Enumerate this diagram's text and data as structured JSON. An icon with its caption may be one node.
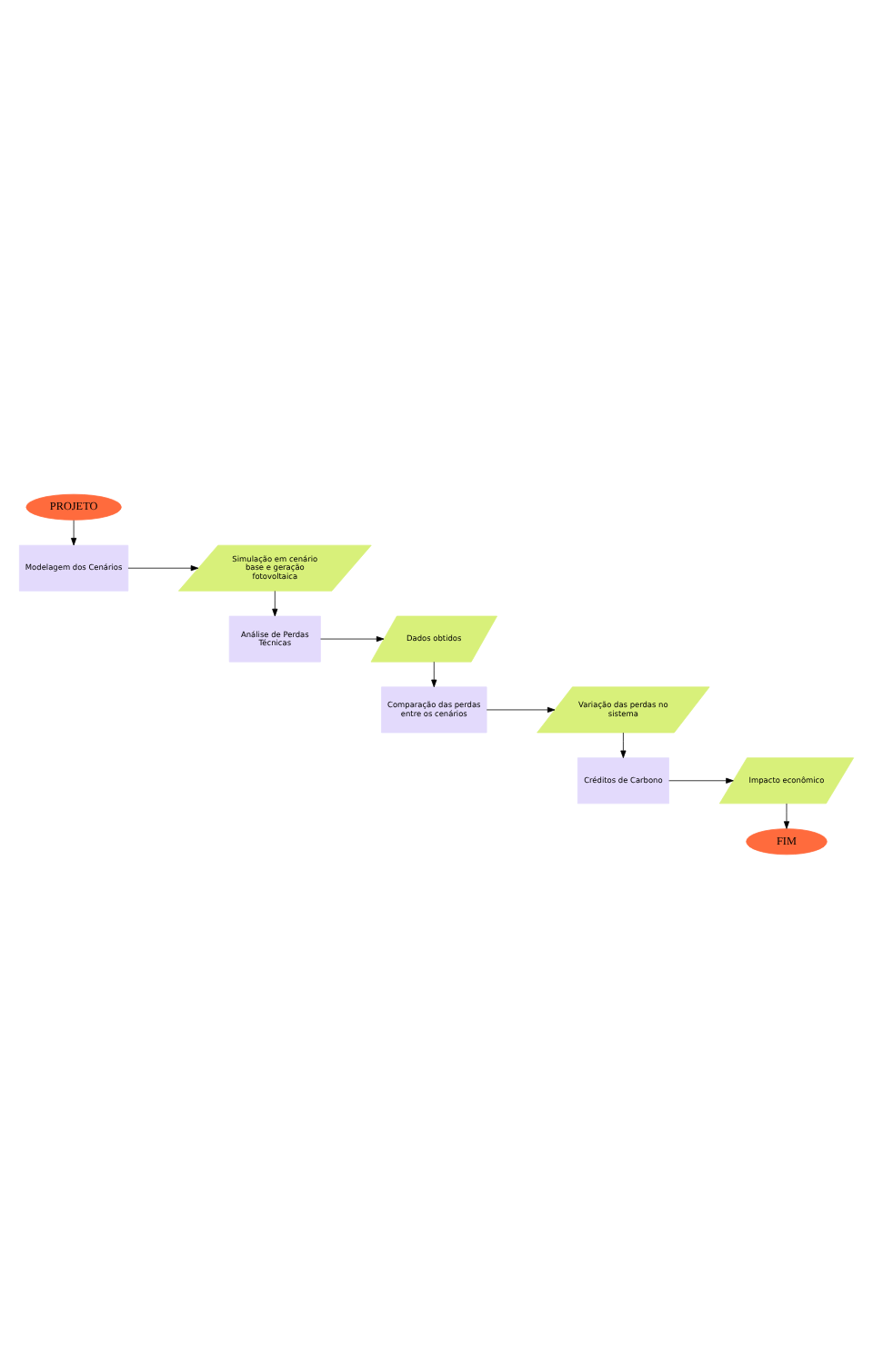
{
  "diagram": {
    "nodes": [
      {
        "text": [
          "PROJETO"
        ]
      },
      {
        "text": [
          "Modelagem dos Cenários"
        ]
      },
      {
        "text": [
          "Simulação em cenário base e geração fotovoltaica"
        ]
      },
      {
        "text": [
          "Análise de Perdas Técnicas"
        ]
      },
      {
        "text": [
          "Dados obtidos"
        ]
      },
      {
        "text": [
          "Comparação das perdas entre os cenários"
        ]
      },
      {
        "text": [
          "Variação das perdas no sistema"
        ]
      },
      {
        "text": [
          "Créditos de Carbono"
        ]
      },
      {
        "text": [
          "Impacto econômico"
        ]
      },
      {
        "text": [
          "FIM"
        ]
      }
    ],
    "edges": [
      {
        "from": 0,
        "to": 1,
        "arrow": "to"
      },
      {
        "from": 1,
        "to": 2,
        "arrow": "to"
      },
      {
        "from": 2,
        "to": 3,
        "arrow": "to"
      },
      {
        "from": 3,
        "to": 4,
        "arrow": "to"
      },
      {
        "from": 4,
        "to": 5,
        "arrow": "to"
      },
      {
        "from": 5,
        "to": 6,
        "arrow": "to"
      },
      {
        "from": 6,
        "to": 7,
        "arrow": "to"
      },
      {
        "from": 7,
        "to": 8,
        "arrow": "to"
      },
      {
        "from": 8,
        "to": 9,
        "arrow": "to"
      }
    ]
  }
}
